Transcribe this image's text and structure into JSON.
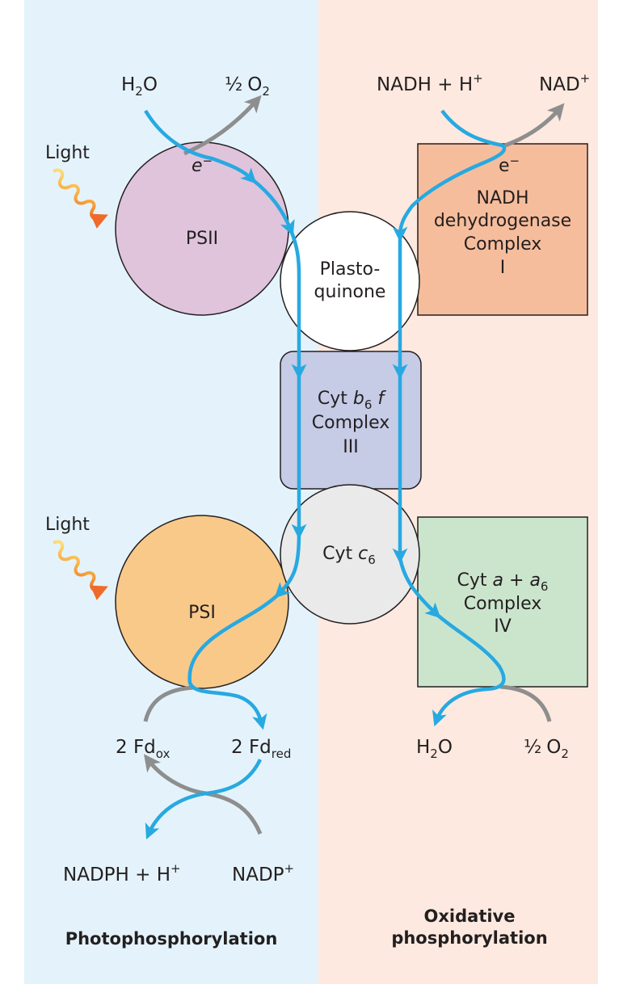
{
  "colors": {
    "photo_bg": "#e4f3fb",
    "oxid_bg": "#fde9df",
    "psii": "#dfc4dc",
    "psi": "#f9c98a",
    "plastoquinone": "#ffffff",
    "cyt_b6f": "#c6cbe6",
    "cyt_c6": "#eaeaea",
    "nadh_dehydrogenase": "#f6bd9c",
    "cyt_a_a6": "#cbe5cd",
    "electron_flow": "#27a9e1",
    "reactant_arrow": "#8e8e8e",
    "light": "#f7b733"
  },
  "sections": {
    "photo": "Photophosphorylation",
    "oxid_line1": "Oxidative",
    "oxid_line2": "phosphorylation"
  },
  "light_label_1": "Light",
  "light_label_2": "Light",
  "reactants": {
    "h2o_top_main": "H",
    "h2o_top_sub": "2",
    "h2o_top_tail": "O",
    "half": "½",
    "o2_top_main": "O",
    "o2_top_sub": "2",
    "nadh": "NADH + H",
    "nadh_sup": "+",
    "nad": "NAD",
    "nad_sup": "+",
    "electron_left_e": "e",
    "electron_left_minus": "−",
    "electron_right_e": "e",
    "electron_right_minus": "−",
    "fd_ox_main": "2 Fd",
    "fd_ox_sub": "ox",
    "fd_red_main": "2 Fd",
    "fd_red_sub": "red",
    "nadph": "NADPH + H",
    "nadph_sup": "+",
    "nadp": "NADP",
    "nadp_sup": "+",
    "h2o_bottom_main": "H",
    "h2o_bottom_sub": "2",
    "h2o_bottom_tail": "O",
    "half_bottom": "½",
    "o2_bottom_main": "O",
    "o2_bottom_sub": "2"
  },
  "complexes": {
    "psii": "PSII",
    "psi": "PSI",
    "plastoquinone_1": "Plasto-",
    "plastoquinone_2": "quinone",
    "cyt_b6f_cyt": "Cyt ",
    "cyt_b6f_b": "b",
    "cyt_b6f_sub": "6",
    "cyt_b6f_f": " f",
    "cyt_b6f_2": "Complex",
    "cyt_b6f_3": "III",
    "cyt_c6_cyt": "Cyt ",
    "cyt_c6_c": "c",
    "cyt_c6_sub": "6",
    "nadh_1": "NADH",
    "nadh_2": "dehydrogenase",
    "nadh_3": "Complex",
    "nadh_4": "I",
    "cyta_cyt": "Cyt ",
    "cyta_a": "a",
    "cyta_plus": " + ",
    "cyta_a2": "a",
    "cyta_sub": "6",
    "cyta_2": "Complex",
    "cyta_3": "IV"
  }
}
